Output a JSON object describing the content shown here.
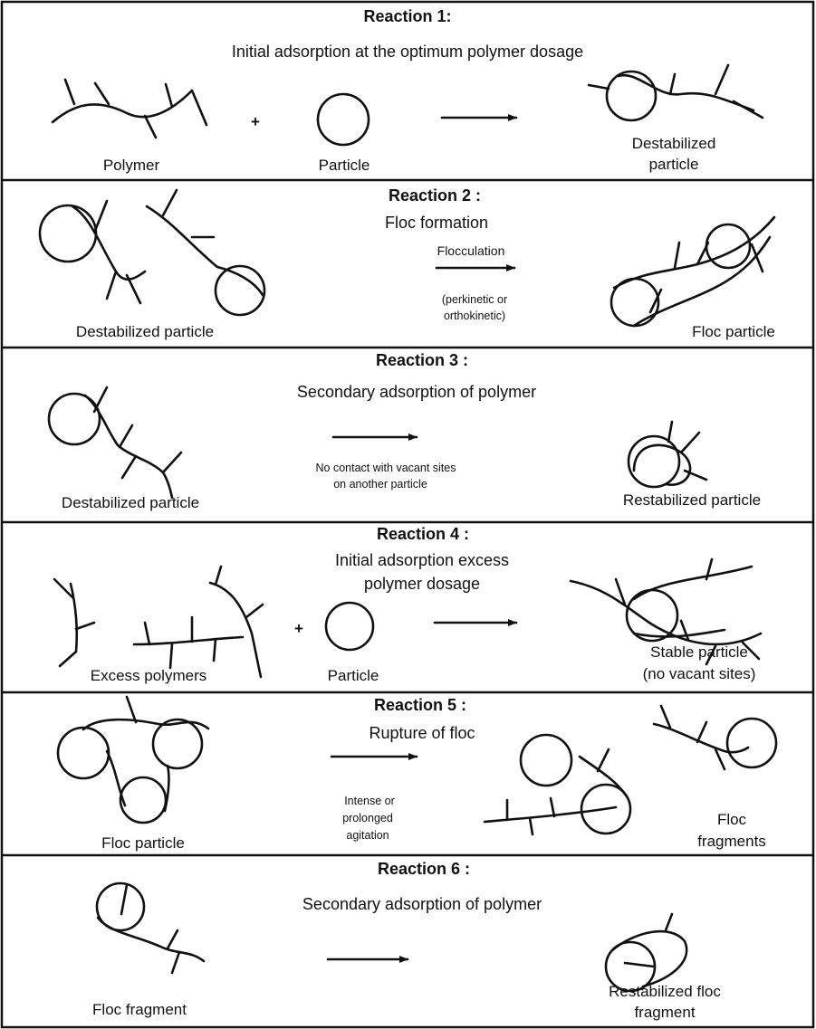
{
  "reactions": [
    {
      "title": "Reaction 1:",
      "subtitle": "Initial adsorption at the optimum polymer dosage",
      "labels": {
        "polymer": "Polymer",
        "plus": "+",
        "particle": "Particle",
        "product_line1": "Destabilized",
        "product_line2": "particle"
      }
    },
    {
      "title": "Reaction 2 :",
      "subtitle": "Floc formation",
      "arrow_label": "Flocculation",
      "condition_line1": "(perkinetic or",
      "condition_line2": "orthokinetic)",
      "labels": {
        "reactant": "Destabilized particle",
        "product": "Floc particle"
      }
    },
    {
      "title": "Reaction 3 :",
      "subtitle": "Secondary adsorption of polymer",
      "condition_line1": "No contact with vacant sites",
      "condition_line2": "on another particle",
      "labels": {
        "reactant": "Destabilized particle",
        "product": "Restabilized particle"
      }
    },
    {
      "title": "Reaction 4 :",
      "subtitle_line1": "Initial adsorption excess",
      "subtitle_line2": "polymer dosage",
      "labels": {
        "polymers": "Excess polymers",
        "plus": "+",
        "particle": "Particle",
        "product_line1": "Stable particle",
        "product_line2": "(no vacant sites)"
      }
    },
    {
      "title": "Reaction 5 :",
      "subtitle": "Rupture of floc",
      "condition_line1": "Intense or",
      "condition_line2": "prolonged",
      "condition_line3": "agitation",
      "labels": {
        "reactant": "Floc particle",
        "product_line1": "Floc",
        "product_line2": "fragments"
      }
    },
    {
      "title": "Reaction 6 :",
      "subtitle": "Secondary adsorption of polymer",
      "labels": {
        "reactant": "Floc fragment",
        "product_line1": "Restabilized floc",
        "product_line2": "fragment"
      }
    }
  ]
}
